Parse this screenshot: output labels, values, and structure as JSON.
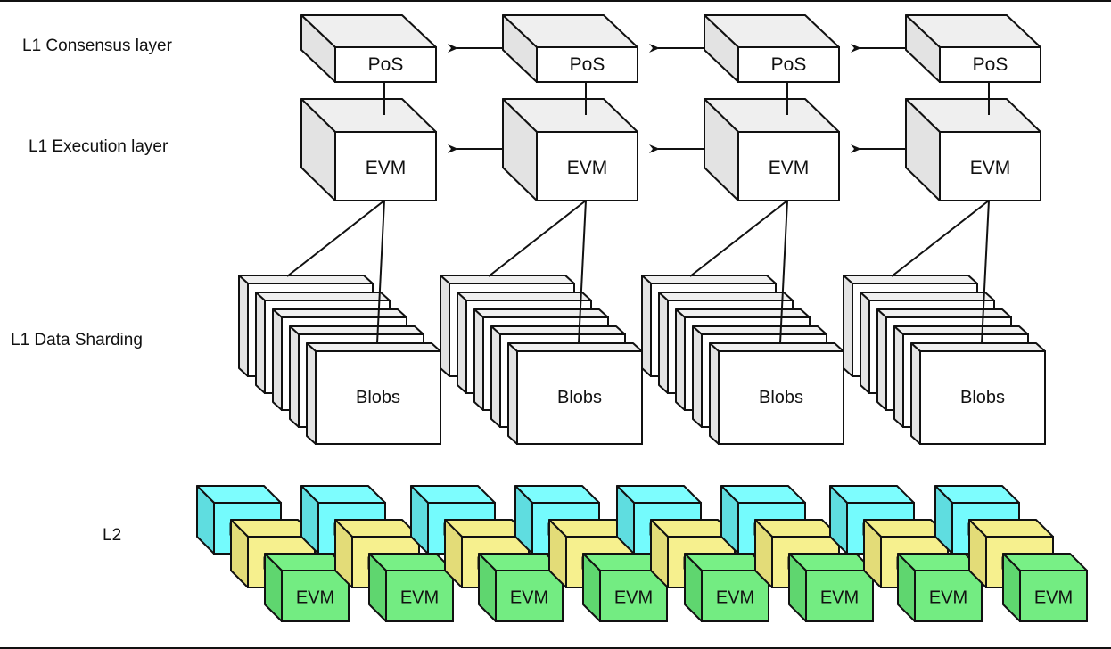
{
  "layers": {
    "consensus": "L1 Consensus layer",
    "execution": "L1 Execution layer",
    "sharding": "L1 Data Sharding",
    "l2": "L2"
  },
  "l1_columns": [
    {
      "consensus_label": "PoS",
      "execution_label": "EVM",
      "blob_label": "Blobs",
      "blob_count": 5
    },
    {
      "consensus_label": "PoS",
      "execution_label": "EVM",
      "blob_label": "Blobs",
      "blob_count": 5
    },
    {
      "consensus_label": "PoS",
      "execution_label": "EVM",
      "blob_label": "Blobs",
      "blob_count": 5
    },
    {
      "consensus_label": "PoS",
      "execution_label": "EVM",
      "blob_label": "Blobs",
      "blob_count": 5
    }
  ],
  "arrows": {
    "direction": "right-to-left",
    "count_per_layer": 3
  },
  "l2_groups": {
    "count": 8,
    "cube_label": "EVM",
    "stack": [
      {
        "name": "cyan",
        "front": "#74fbfd",
        "top": "#7dfdfe",
        "side": "#5fdde0"
      },
      {
        "name": "yellow",
        "front": "#f6f08e",
        "top": "#f4ee8a",
        "side": "#e3dc78"
      },
      {
        "name": "green",
        "front": "#73ec82",
        "top": "#78f086",
        "side": "#5fd66f"
      }
    ]
  },
  "colors": {
    "stroke": "#111111",
    "face_front": "#ffffff",
    "face_top": "#efefef",
    "face_side": "#e3e3e3"
  }
}
